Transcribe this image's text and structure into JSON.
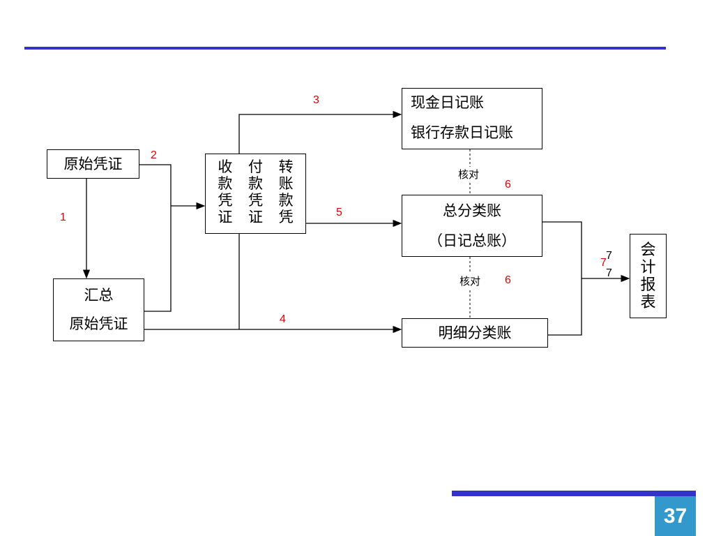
{
  "boxes": {
    "original_voucher": "原始凭证",
    "summary_voucher_line1": "汇总",
    "summary_voucher_line2": "原始凭证",
    "vouchers": [
      [
        "收",
        "款",
        "凭",
        "证"
      ],
      [
        "付",
        "款",
        "凭",
        "证"
      ],
      [
        "转",
        "账",
        "款",
        "凭"
      ]
    ],
    "cash_journal_line1": "现金日记账",
    "cash_journal_line2": "银行存款日记账",
    "general_ledger_line1": "总分类账",
    "general_ledger_line2": "（日记总账）",
    "subsidiary_ledger": "明细分类账",
    "reports": [
      "会",
      "计",
      "报",
      "表"
    ]
  },
  "step_numbers": {
    "s1": "1",
    "s2": "2",
    "s3": "3",
    "s4": "4",
    "s5": "5",
    "s6a": "6",
    "s6b": "6",
    "s7": "7",
    "s7_black_a": "7",
    "s7_black_b": "7"
  },
  "check_label_1": "核对",
  "check_label_2": "核对",
  "page_number": "37",
  "colors": {
    "accent_line": "#3333cc",
    "page_badge": "#3399cc",
    "step_number": "#e00000"
  }
}
